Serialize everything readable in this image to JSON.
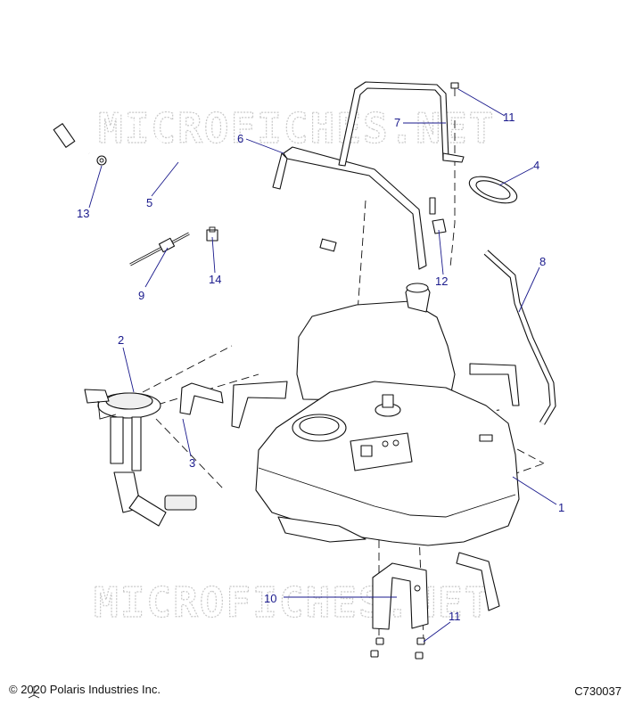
{
  "watermark": "MICROFICHES.NET",
  "footer": {
    "copyright": "© 2020 Polaris Industries Inc.",
    "figure_id": "C730037"
  },
  "callouts": [
    {
      "id": "c1",
      "label": "1"
    },
    {
      "id": "c2",
      "label": "2"
    },
    {
      "id": "c3",
      "label": "3"
    },
    {
      "id": "c4",
      "label": "4"
    },
    {
      "id": "c5",
      "label": "5"
    },
    {
      "id": "c6",
      "label": "6"
    },
    {
      "id": "c7",
      "label": "7"
    },
    {
      "id": "c8",
      "label": "8"
    },
    {
      "id": "c9",
      "label": "9"
    },
    {
      "id": "c10",
      "label": "10"
    },
    {
      "id": "c11a",
      "label": "11"
    },
    {
      "id": "c11b",
      "label": "11"
    },
    {
      "id": "c12",
      "label": "12"
    },
    {
      "id": "c13",
      "label": "13"
    },
    {
      "id": "c14",
      "label": "14"
    }
  ],
  "colors": {
    "callout": "#1a1a8c",
    "linework": "#111111",
    "watermark": "#c8c8c8"
  }
}
